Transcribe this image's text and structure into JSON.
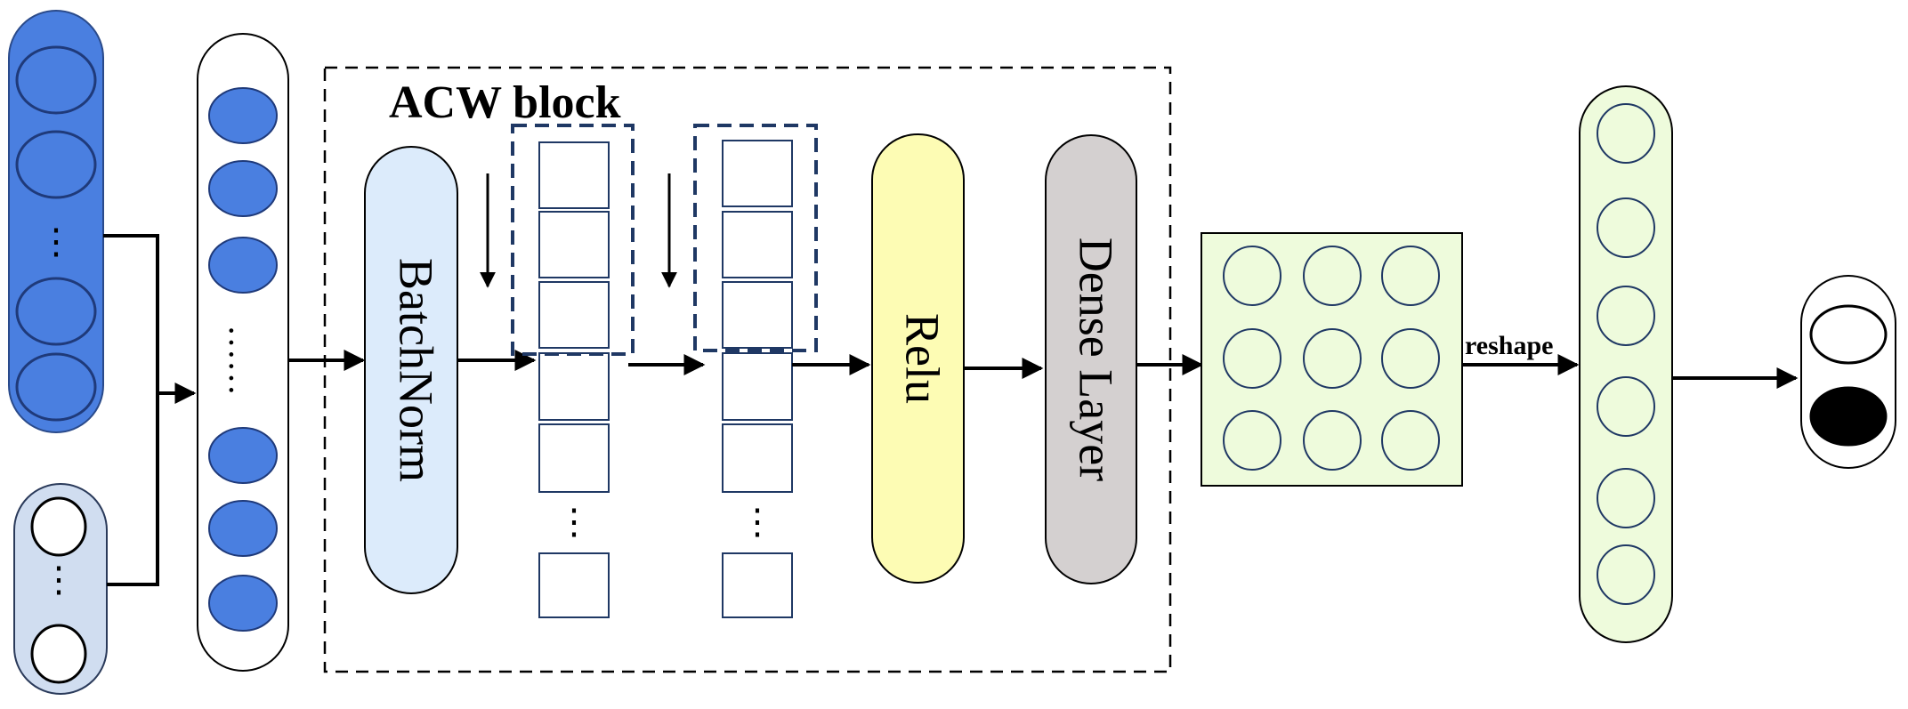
{
  "block": {
    "title": "ACW block"
  },
  "layers": {
    "batchnorm": "BatchNorm",
    "relu": "Relu",
    "dense": "Dense Layer"
  },
  "edges": {
    "reshape": "reshape"
  },
  "ellipsis": {
    "vertical": "⋮",
    "horizontal": "……"
  },
  "colors": {
    "input_blue": "#4a7fe0",
    "input_gray": "#d0ddf0",
    "batchnorm_fill": "#dcebfb",
    "relu_fill": "#fdfcb4",
    "dense_fill": "#d4d0d0",
    "green_fill": "#eefbdc",
    "dashed_blue": "#1f3864",
    "square_stroke": "#1f3864"
  }
}
